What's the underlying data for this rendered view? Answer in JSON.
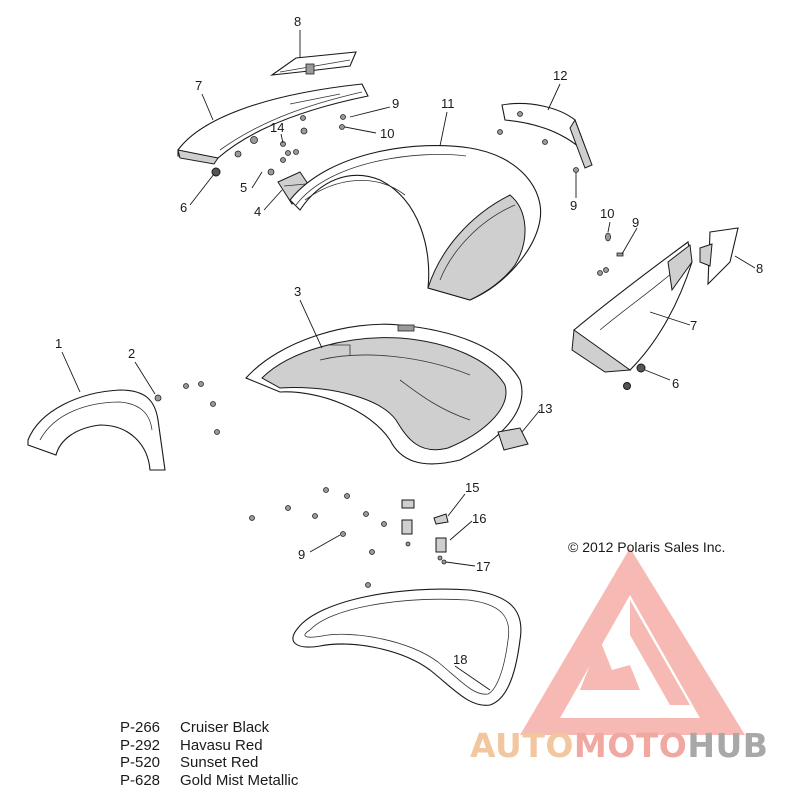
{
  "diagram": {
    "callouts": [
      "8",
      "7",
      "9",
      "14",
      "10",
      "11",
      "12",
      "5",
      "6",
      "4",
      "9",
      "10",
      "9",
      "8",
      "7",
      "3",
      "1",
      "2",
      "6",
      "13",
      "15",
      "16",
      "9",
      "17",
      "18"
    ],
    "copyright": "© 2012 Polaris Sales Inc.",
    "color_options": [
      {
        "code": "P-266",
        "name": "Cruiser Black"
      },
      {
        "code": "P-292",
        "name": "Havasu Red"
      },
      {
        "code": "P-520",
        "name": "Sunset Red"
      },
      {
        "code": "P-628",
        "name": "Gold Mist Metallic"
      }
    ]
  },
  "watermark": {
    "word_1": "AUTO",
    "word_2": "MOTO",
    "word_3": "HUB",
    "colors": {
      "auto": "#f2c7a0",
      "moto": "#f0a8a0",
      "hub": "#a8a8a8",
      "logo": "#f4a29a"
    }
  }
}
